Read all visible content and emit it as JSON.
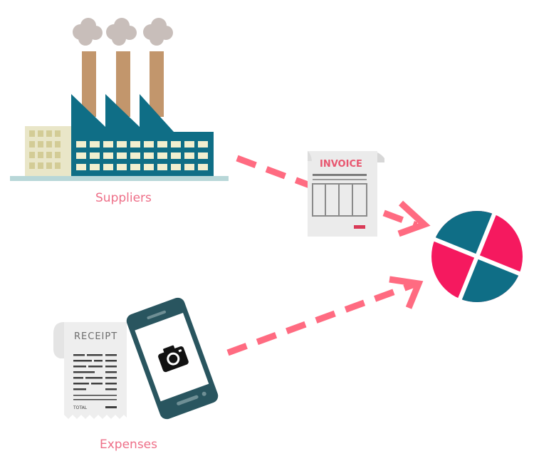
{
  "labels": {
    "suppliers": "Suppliers",
    "expenses": "Expenses"
  },
  "documents": {
    "invoice_title": "INVOICE",
    "receipt_title": "RECEIPT",
    "receipt_total": "TOTAL"
  },
  "icons": {
    "factory": "factory-icon",
    "invoice": "invoice-icon",
    "receipt": "receipt-icon",
    "phone": "smartphone-icon",
    "camera": "camera-icon",
    "pie": "pie-chart-icon",
    "arrow": "dashed-arrow-icon"
  },
  "colors": {
    "accent_pink": "#ff6b81",
    "label_pink": "#ee6f88",
    "teal": "#0f6e86",
    "magenta": "#f5195f",
    "smoke": "#c8beba",
    "chimney": "#c2966c",
    "building_cream": "#e9e6c8",
    "phone_body": "#29555f"
  }
}
